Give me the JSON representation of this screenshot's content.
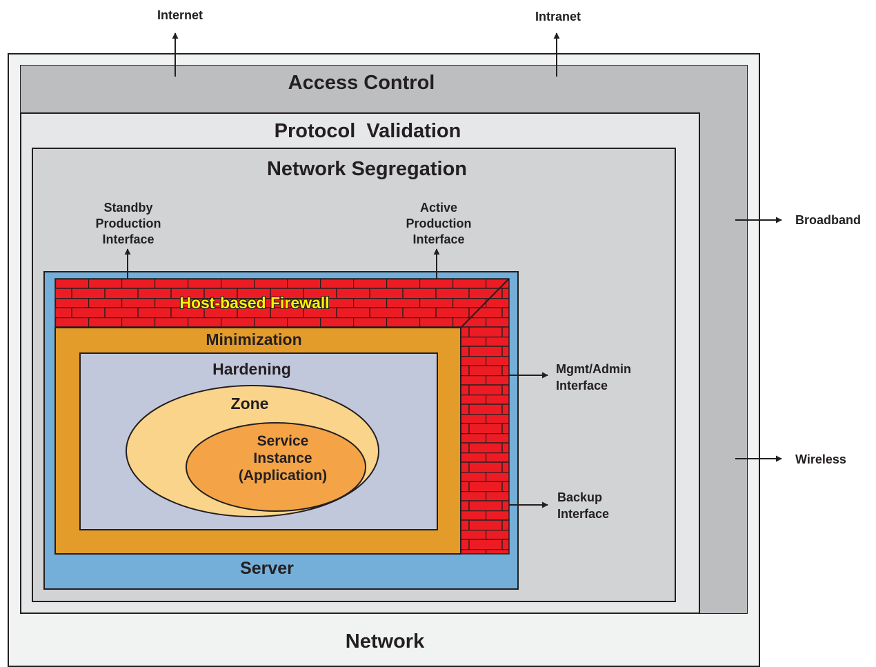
{
  "layers": {
    "network": "Network",
    "access_control": "Access Control",
    "protocol_validation": "Protocol  Validation",
    "network_segregation": "Network Segregation",
    "server": "Server",
    "firewall": "Host-based Firewall",
    "minimization": "Minimization",
    "hardening": "Hardening",
    "zone": "Zone",
    "service_instance": [
      "Service",
      "Instance",
      "(Application)"
    ]
  },
  "connections": {
    "internet": "Internet",
    "intranet": "Intranet",
    "broadband": "Broadband",
    "wireless": "Wireless",
    "standby_interface": [
      "Standby",
      "Production",
      "Interface"
    ],
    "active_interface": [
      "Active",
      "Production",
      "Interface"
    ],
    "mgmt_interface": [
      "Mgmt/Admin",
      "Interface"
    ],
    "backup_interface": [
      "Backup",
      "Interface"
    ]
  },
  "colors": {
    "network": "#f1f2f2",
    "access_control": "#bcbec0",
    "protocol_validation": "#e6e7e8",
    "network_segregation": "#d1d3d4",
    "server": "#74afd9",
    "firewall_brick": "#ed1c24",
    "firewall_mortar": "#231f20",
    "firewall_text": "#fff200",
    "minimization": "#e39b2a",
    "hardening": "#c2c8dc",
    "zone": "#f9d48a",
    "service_instance": "#f4a347"
  }
}
